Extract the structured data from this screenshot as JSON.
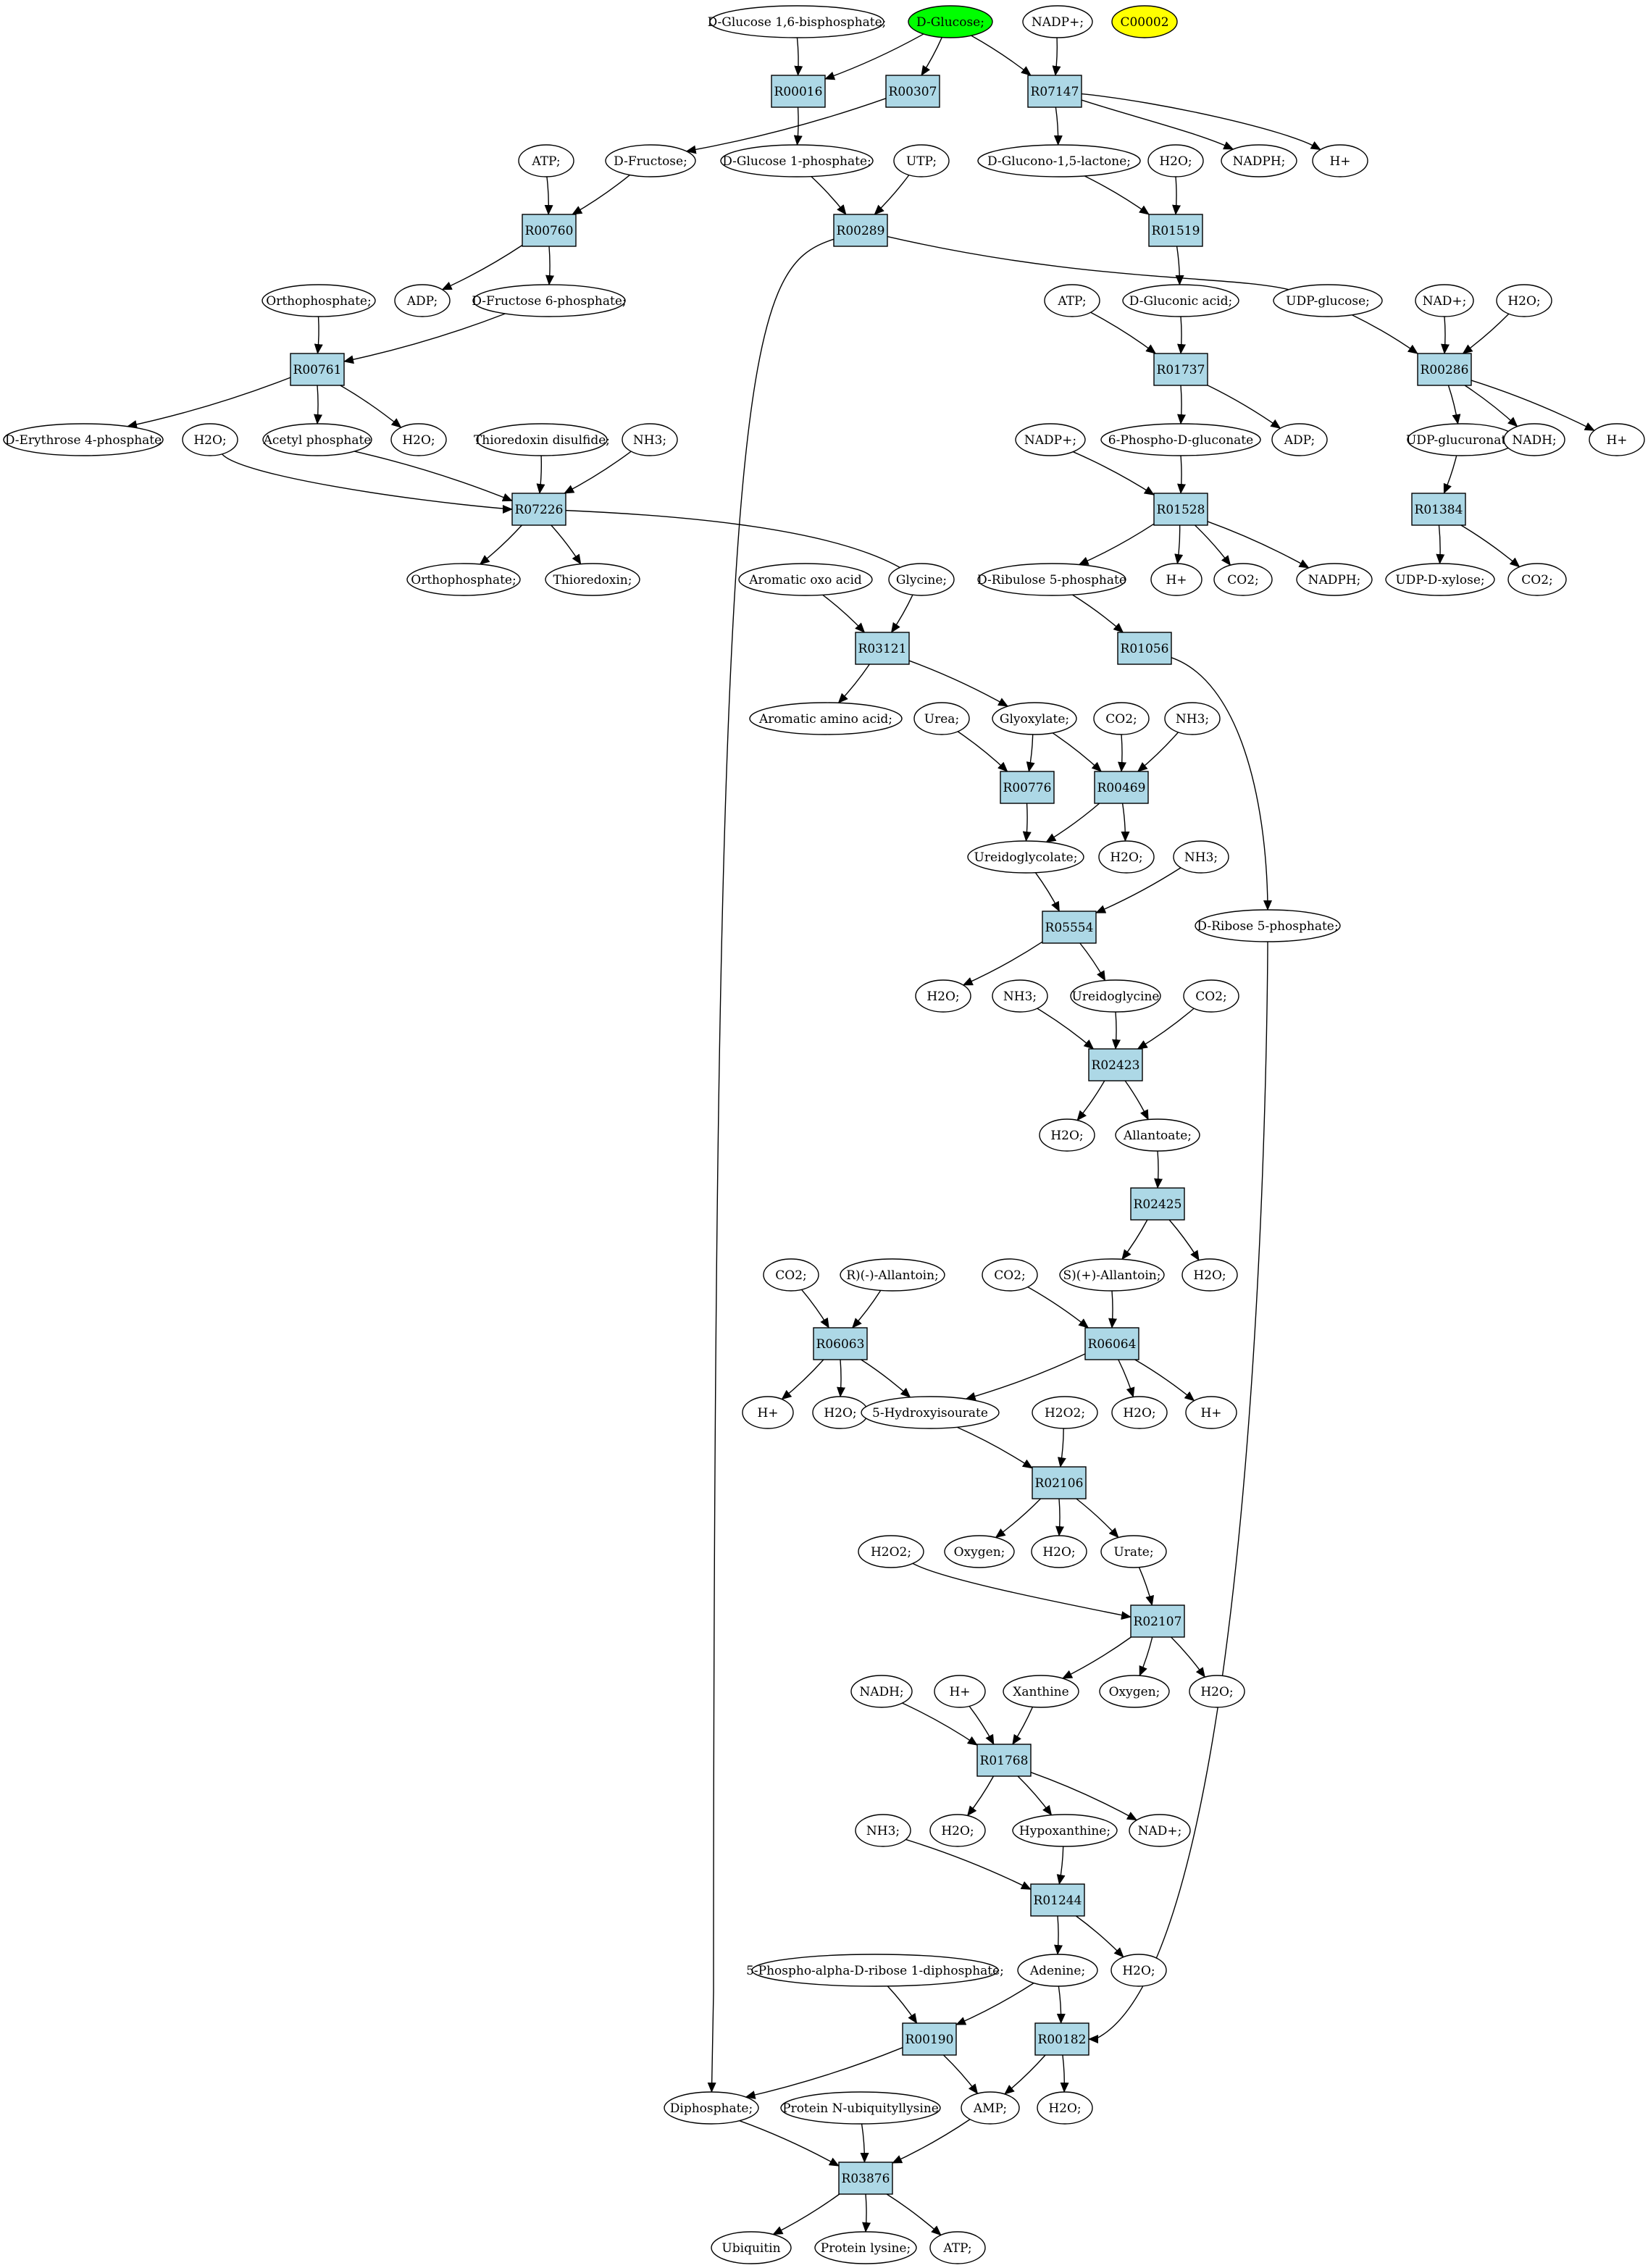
{
  "colors": {
    "reaction": "#add8e6",
    "compound": "#ffffff",
    "source_compound": "#00ff00",
    "query_compound": "#ffff00",
    "stroke": "#000000"
  },
  "compounds": {
    "glc16bp": "D-Glucose 1,6-bisphosphate;",
    "dglucose": "D-Glucose;",
    "nadp_top": "NADP+;",
    "c00002": "C00002",
    "dfructose": "D-Fructose;",
    "glc1p": "D-Glucose 1-phosphate;",
    "utp": "UTP;",
    "glucono": "D-Glucono-1,5-lactone;",
    "h2o_r01519": "H2O;",
    "nadph_r07147": "NADPH;",
    "hplus_r07147": "H+",
    "atp_r00760": "ATP;",
    "adp_r00760": "ADP;",
    "fru6p": "D-Fructose 6-phosphate;",
    "orthoP_in": "Orthophosphate;",
    "atp_r01737": "ATP;",
    "gluconic": "D-Gluconic acid;",
    "udpglc": "UDP-glucose;",
    "nad_r00286": "NAD+;",
    "h2o_r00286": "H2O;",
    "e4p": "D-Erythrose 4-phosphate",
    "h2o_r07226": "H2O;",
    "acetylP": "Acetyl phosphate",
    "h2o_r00761": "H2O;",
    "trxdis": "Thioredoxin disulfide;",
    "nh3_r07226": "NH3;",
    "nadp_r01528": "NADP+;",
    "p6gluc": "6-Phospho-D-gluconate",
    "adp_r01737": "ADP;",
    "udpglcA": "UDP-glucuronate;",
    "nadh_r00286": "NADH;",
    "hplus_r00286": "H+",
    "orthoP_out": "Orthophosphate;",
    "thioredoxin": "Thioredoxin;",
    "aromOxo": "Aromatic oxo acid",
    "glycine": "Glycine;",
    "ru5p": "D-Ribulose 5-phosphate",
    "hplus_r01528": "H+",
    "co2_r01528": "CO2;",
    "nadph_r01528": "NADPH;",
    "udpxyl": "UDP-D-xylose;",
    "co2_r01384": "CO2;",
    "aromAA": "Aromatic amino acid;",
    "urea": "Urea;",
    "glyoxylate": "Glyoxylate;",
    "co2_r00469": "CO2;",
    "nh3_r00469": "NH3;",
    "ureidoglycolate": "Ureidoglycolate;",
    "h2o_r00469": "H2O;",
    "nh3_r05554": "NH3;",
    "r5p": "D-Ribose 5-phosphate;",
    "h2o_r05554": "H2O;",
    "nh3_r02423": "NH3;",
    "ureidoglycine": "Ureidoglycine",
    "co2_r02423": "CO2;",
    "h2o_r02423": "H2O;",
    "allantoate": "Allantoate;",
    "co2_r06063": "CO2;",
    "rAllantoin": "R)(-)-Allantoin;",
    "co2_r06064": "CO2;",
    "sAllantoin": "S)(+)-Allantoin;",
    "h2o_r02425": "H2O;",
    "hplus_r06063": "H+",
    "h2o_r06063": "H2O;",
    "hydroxyisourate": "5-Hydroxyisourate",
    "h2o2_r02106": "H2O2;",
    "h2o_r06064": "H2O;",
    "hplus_r06064": "H+",
    "h2o2_r02107": "H2O2;",
    "oxygen_r02106": "Oxygen;",
    "h2o_r02106": "H2O;",
    "urate": "Urate;",
    "nadh_r01768": "NADH;",
    "hplus_r01768": "H+",
    "xanthine": "Xanthine",
    "oxygen_r02107": "Oxygen;",
    "h2o_r02107": "H2O;",
    "nh3_r01244": "NH3;",
    "h2o_r01768": "H2O;",
    "hypoxanthine": "Hypoxanthine;",
    "nad_r01768": "NAD+;",
    "prpp": "5-Phospho-alpha-D-ribose 1-diphosphate;",
    "adenine": "Adenine;",
    "h2o_r01244": "H2O;",
    "diphosphate": "Diphosphate;",
    "protUbLys": "Protein N-ubiquityllysine",
    "amp": "AMP;",
    "h2o_r00182": "H2O;",
    "ubiquitin": "Ubiquitin",
    "protLys": "Protein lysine;",
    "atp_r03876": "ATP;"
  },
  "reactions": {
    "R00016": "R00016",
    "R00307": "R00307",
    "R07147": "R07147",
    "R00760": "R00760",
    "R00289": "R00289",
    "R01519": "R01519",
    "R00761": "R00761",
    "R01737": "R01737",
    "R00286": "R00286",
    "R07226": "R07226",
    "R01528": "R01528",
    "R01384": "R01384",
    "R03121": "R03121",
    "R01056": "R01056",
    "R00776": "R00776",
    "R00469": "R00469",
    "R05554": "R05554",
    "R02423": "R02423",
    "R02425": "R02425",
    "R06063": "R06063",
    "R06064": "R06064",
    "R02106": "R02106",
    "R02107": "R02107",
    "R01768": "R01768",
    "R01244": "R01244",
    "R00190": "R00190",
    "R00182": "R00182",
    "R03876": "R03876"
  },
  "edges": [
    [
      "glc16bp",
      "R00016"
    ],
    [
      "dglucose",
      "R00016"
    ],
    [
      "dglucose",
      "R00307"
    ],
    [
      "dglucose",
      "R07147"
    ],
    [
      "nadp_top",
      "R07147"
    ],
    [
      "R00307",
      "dfructose"
    ],
    [
      "R00016",
      "glc1p"
    ],
    [
      "R07147",
      "glucono"
    ],
    [
      "R07147",
      "nadph_r07147"
    ],
    [
      "R07147",
      "hplus_r07147"
    ],
    [
      "atp_r00760",
      "R00760"
    ],
    [
      "dfructose",
      "R00760"
    ],
    [
      "glc1p",
      "R00289"
    ],
    [
      "utp",
      "R00289"
    ],
    [
      "glucono",
      "R01519"
    ],
    [
      "h2o_r01519",
      "R01519"
    ],
    [
      "R00760",
      "adp_r00760"
    ],
    [
      "R00760",
      "fru6p"
    ],
    [
      "R01519",
      "gluconic"
    ],
    [
      "R00289",
      "udpglc"
    ],
    [
      "orthoP_in",
      "R00761"
    ],
    [
      "fru6p",
      "R00761"
    ],
    [
      "atp_r01737",
      "R01737"
    ],
    [
      "gluconic",
      "R01737"
    ],
    [
      "udpglc",
      "R00286"
    ],
    [
      "nad_r00286",
      "R00286"
    ],
    [
      "h2o_r00286",
      "R00286"
    ],
    [
      "R00761",
      "e4p"
    ],
    [
      "R00761",
      "acetylP"
    ],
    [
      "R00761",
      "h2o_r00761"
    ],
    [
      "R01737",
      "p6gluc"
    ],
    [
      "R01737",
      "adp_r01737"
    ],
    [
      "R00286",
      "udpglcA"
    ],
    [
      "R00286",
      "nadh_r00286"
    ],
    [
      "R00286",
      "hplus_r00286"
    ],
    [
      "h2o_r07226",
      "R07226"
    ],
    [
      "acetylP",
      "R07226"
    ],
    [
      "trxdis",
      "R07226"
    ],
    [
      "nh3_r07226",
      "R07226"
    ],
    [
      "nadp_r01528",
      "R01528"
    ],
    [
      "p6gluc",
      "R01528"
    ],
    [
      "udpglcA",
      "R01384"
    ],
    [
      "R07226",
      "orthoP_out"
    ],
    [
      "R07226",
      "thioredoxin"
    ],
    [
      "R07226",
      "glycine"
    ],
    [
      "R01528",
      "ru5p"
    ],
    [
      "R01528",
      "hplus_r01528"
    ],
    [
      "R01528",
      "co2_r01528"
    ],
    [
      "R01528",
      "nadph_r01528"
    ],
    [
      "R01384",
      "udpxyl"
    ],
    [
      "R01384",
      "co2_r01384"
    ],
    [
      "aromOxo",
      "R03121"
    ],
    [
      "glycine",
      "R03121"
    ],
    [
      "ru5p",
      "R01056"
    ],
    [
      "R03121",
      "aromAA"
    ],
    [
      "R03121",
      "glyoxylate"
    ],
    [
      "urea",
      "R00776"
    ],
    [
      "glyoxylate",
      "R00776"
    ],
    [
      "glyoxylate",
      "R00469"
    ],
    [
      "co2_r00469",
      "R00469"
    ],
    [
      "nh3_r00469",
      "R00469"
    ],
    [
      "R00776",
      "ureidoglycolate"
    ],
    [
      "R00469",
      "ureidoglycolate"
    ],
    [
      "R00469",
      "h2o_r00469"
    ],
    [
      "ureidoglycolate",
      "R05554"
    ],
    [
      "nh3_r05554",
      "R05554"
    ],
    [
      "R01056",
      "r5p"
    ],
    [
      "R05554",
      "h2o_r05554"
    ],
    [
      "R05554",
      "ureidoglycine"
    ],
    [
      "nh3_r02423",
      "R02423"
    ],
    [
      "ureidoglycine",
      "R02423"
    ],
    [
      "co2_r02423",
      "R02423"
    ],
    [
      "R02423",
      "h2o_r02423"
    ],
    [
      "R02423",
      "allantoate"
    ],
    [
      "allantoate",
      "R02425"
    ],
    [
      "R02425",
      "sAllantoin"
    ],
    [
      "R02425",
      "h2o_r02425"
    ],
    [
      "co2_r06063",
      "R06063"
    ],
    [
      "rAllantoin",
      "R06063"
    ],
    [
      "co2_r06064",
      "R06064"
    ],
    [
      "sAllantoin",
      "R06064"
    ],
    [
      "R06063",
      "hplus_r06063"
    ],
    [
      "R06063",
      "h2o_r06063"
    ],
    [
      "R06063",
      "hydroxyisourate"
    ],
    [
      "R06064",
      "hydroxyisourate"
    ],
    [
      "R06064",
      "h2o_r06064"
    ],
    [
      "R06064",
      "hplus_r06064"
    ],
    [
      "hydroxyisourate",
      "R02106"
    ],
    [
      "h2o2_r02106",
      "R02106"
    ],
    [
      "R02106",
      "oxygen_r02106"
    ],
    [
      "R02106",
      "h2o_r02106"
    ],
    [
      "R02106",
      "urate"
    ],
    [
      "h2o2_r02107",
      "R02107"
    ],
    [
      "urate",
      "R02107"
    ],
    [
      "R02107",
      "xanthine"
    ],
    [
      "R02107",
      "oxygen_r02107"
    ],
    [
      "R02107",
      "h2o_r02107"
    ],
    [
      "nadh_r01768",
      "R01768"
    ],
    [
      "hplus_r01768",
      "R01768"
    ],
    [
      "xanthine",
      "R01768"
    ],
    [
      "R01768",
      "h2o_r01768"
    ],
    [
      "R01768",
      "hypoxanthine"
    ],
    [
      "R01768",
      "nad_r01768"
    ],
    [
      "nh3_r01244",
      "R01244"
    ],
    [
      "hypoxanthine",
      "R01244"
    ],
    [
      "R01244",
      "adenine"
    ],
    [
      "R01244",
      "h2o_r01244"
    ],
    [
      "prpp",
      "R00190"
    ],
    [
      "adenine",
      "R00190"
    ],
    [
      "adenine",
      "R00182"
    ],
    [
      "r5p",
      "R00182"
    ],
    [
      "R00190",
      "diphosphate"
    ],
    [
      "R00190",
      "amp"
    ],
    [
      "R00182",
      "amp"
    ],
    [
      "R00182",
      "h2o_r00182"
    ],
    [
      "R00289",
      "diphosphate"
    ],
    [
      "diphosphate",
      "R03876"
    ],
    [
      "protUbLys",
      "R03876"
    ],
    [
      "amp",
      "R03876"
    ],
    [
      "R03876",
      "ubiquitin"
    ],
    [
      "R03876",
      "protLys"
    ],
    [
      "R03876",
      "atp_r03876"
    ]
  ]
}
